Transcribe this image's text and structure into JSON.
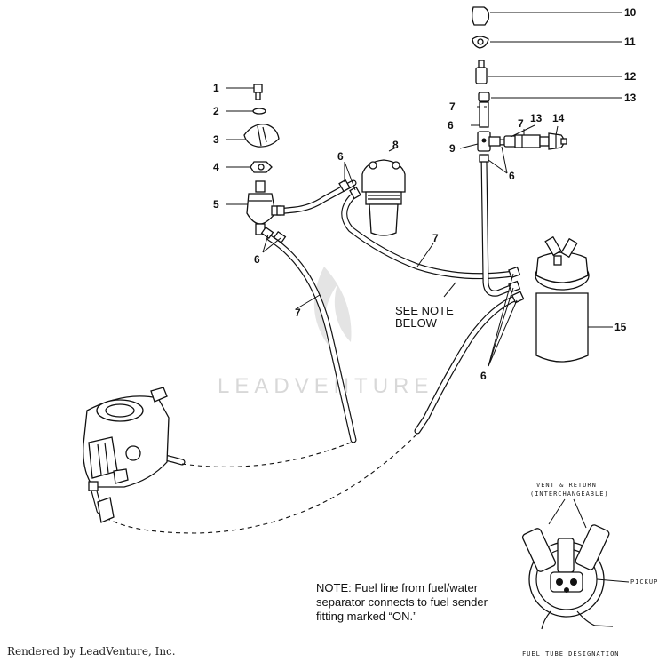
{
  "callouts": [
    "1",
    "2",
    "3",
    "4",
    "5",
    "6",
    "7",
    "8",
    "9",
    "10",
    "11",
    "12",
    "13",
    "14",
    "15"
  ],
  "see_note": {
    "line1": "SEE NOTE",
    "line2": "BELOW"
  },
  "note": {
    "line1": "NOTE:  Fuel line from fuel/water",
    "line2": "separator connects to fuel sender",
    "line3": "fitting marked “ON.”"
  },
  "inset": {
    "vent_return_1": "VENT & RETURN",
    "vent_return_2": "(INTERCHANGEABLE)",
    "pickup": "PICKUP",
    "caption": "FUEL TUBE DESIGNATION"
  },
  "watermark": "LEADVENTURE",
  "footer": "Rendered by LeadVenture, Inc."
}
